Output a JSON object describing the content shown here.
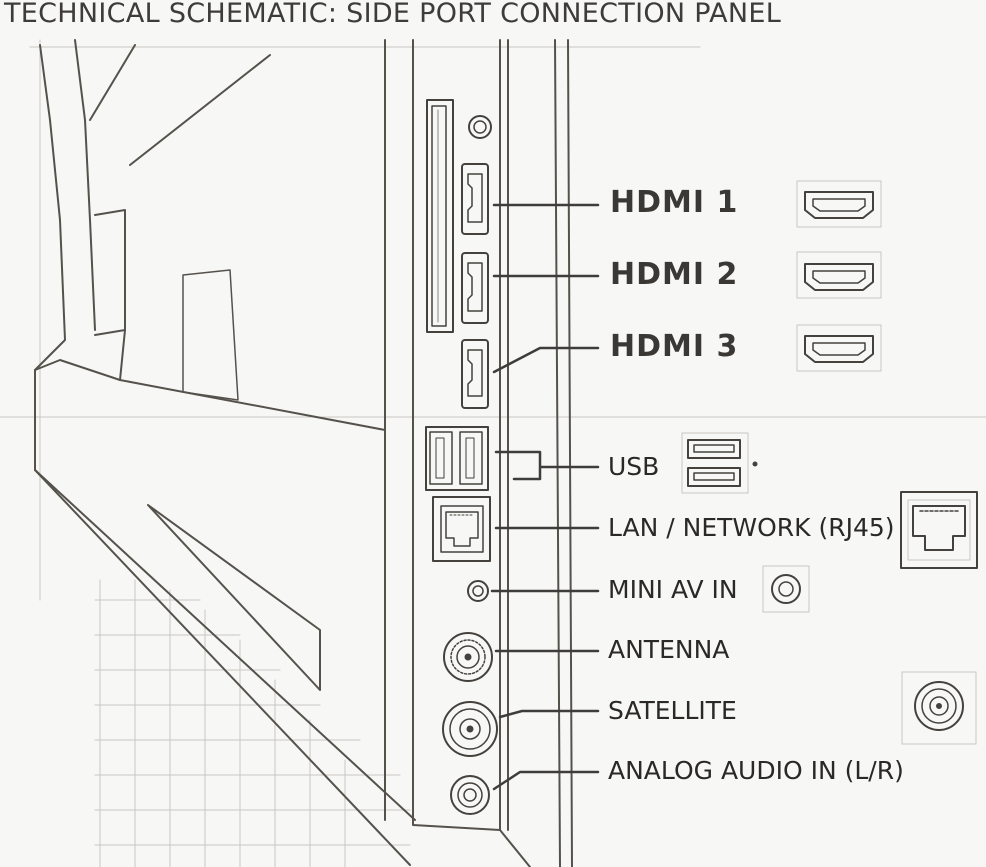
{
  "title": "TECHNICAL SCHEMATIC: SIDE PORT CONNECTION PANEL",
  "ports": {
    "hdmi1": "HDMI 1",
    "hdmi2": "HDMI 2",
    "hdmi3": "HDMI 3",
    "usb": "USB",
    "lan": "LAN / NETWORK (RJ45)",
    "mini_av": "MINI AV IN",
    "antenna": "ANTENNA",
    "satellite": "SATELLITE",
    "analog_audio": "ANALOG AUDIO IN (L/R)"
  },
  "colors": {
    "ink": "#45423d",
    "light_ink": "#8a8780",
    "grid": "#c9c7c2",
    "paper": "#f7f7f5"
  }
}
